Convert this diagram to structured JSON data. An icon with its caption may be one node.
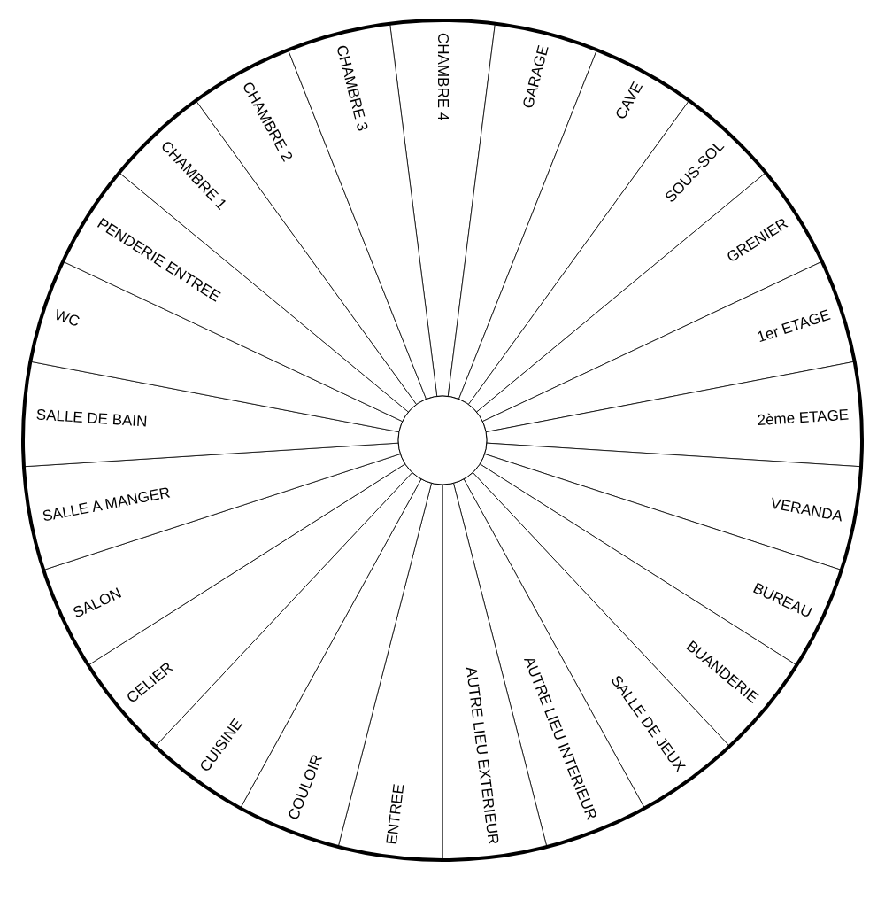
{
  "diagram": {
    "nodes": [
      {
        "text": [
          "CHAMBRE 4"
        ]
      },
      {
        "text": [
          "GARAGE"
        ]
      },
      {
        "text": [
          "CAVE"
        ]
      },
      {
        "text": [
          "SOUS-SOL"
        ]
      },
      {
        "text": [
          "GRENIER"
        ]
      },
      {
        "text": [
          "1er ETAGE"
        ]
      },
      {
        "text": [
          "2ème ETAGE"
        ]
      },
      {
        "text": [
          "VERANDA"
        ]
      },
      {
        "text": [
          "BUREAU"
        ]
      },
      {
        "text": [
          "BUANDERIE"
        ]
      },
      {
        "text": [
          "SALLE DE JEUX"
        ]
      },
      {
        "text": [
          "AUTRE LIEU INTERIEUR"
        ]
      },
      {
        "text": [
          "AUTRE LIEU EXTERIEUR"
        ]
      },
      {
        "text": [
          "ENTREE"
        ]
      },
      {
        "text": [
          "COULOIR"
        ]
      },
      {
        "text": [
          "CUISINE"
        ]
      },
      {
        "text": [
          "CELIER"
        ]
      },
      {
        "text": [
          "SALON"
        ]
      },
      {
        "text": [
          "SALLE A MANGER"
        ]
      },
      {
        "text": [
          "SALLE DE BAIN"
        ]
      },
      {
        "text": [
          "WC"
        ]
      },
      {
        "text": [
          "PENDERIE ENTREE"
        ]
      },
      {
        "text": [
          "CHAMBRE 1"
        ]
      },
      {
        "text": [
          "CHAMBRE 2"
        ]
      },
      {
        "text": [
          "CHAMBRE 3"
        ]
      },
      {
        "text": [],
        "shape": "circle"
      }
    ]
  }
}
